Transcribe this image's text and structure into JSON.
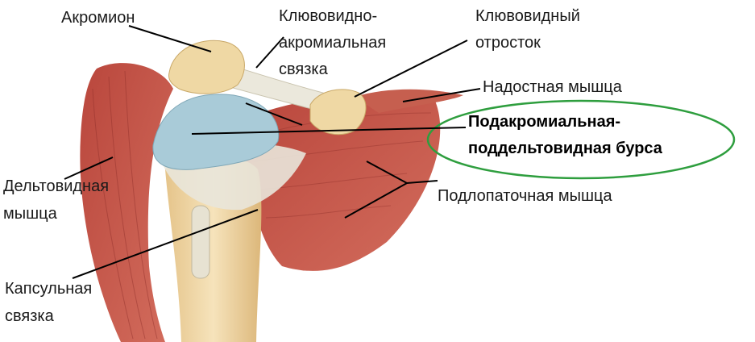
{
  "labels": {
    "acromion": "Акромион",
    "coracoacromial_ligament": [
      "Клювовидно-",
      "акромиальная",
      "связка"
    ],
    "coracoid_process": [
      "Клювовидный",
      "отросток"
    ],
    "supraspinatus": "Надостная мышца",
    "bursa": [
      "Подакромиальная-",
      "поддельтовидная бурса"
    ],
    "deltoid": [
      "Дельтовидная",
      "мышца"
    ],
    "subscapularis": "Подлопаточная мышца",
    "capsular_ligament": [
      "Капсульная",
      "связка"
    ]
  },
  "highlight": {
    "target": "bursa",
    "shape": "ellipse",
    "color": "#2e9e3e"
  },
  "colors": {
    "muscle": "#c8574b",
    "muscle_dark": "#9e3a33",
    "bone": "#f0d9a8",
    "bone_shade": "#d9b878",
    "bursa": "#a9cbd8",
    "ligament": "#e9e6da",
    "leader": "#000000"
  }
}
